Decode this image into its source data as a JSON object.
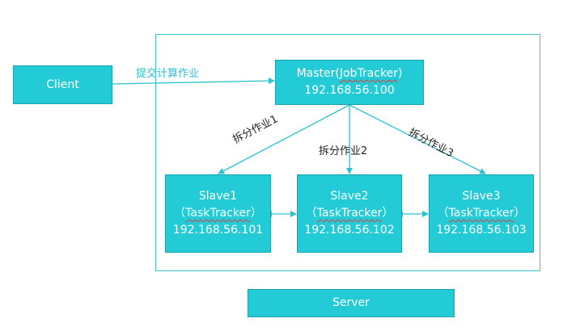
{
  "client": {
    "label": "Client"
  },
  "submit_label": "提交计算作业",
  "master": {
    "line1_a": "Master(",
    "line1_b": "JobTracker",
    "line1_c": ")",
    "ip": "192.168.56.100"
  },
  "splits": {
    "s1": "拆分作业1",
    "s2": "拆分作业2",
    "s3": "拆分作业3"
  },
  "slaves": [
    {
      "name": "Slave1",
      "paren_open": "（",
      "role": "TaskTracker",
      "paren_close": "）",
      "ip": "192.168.56.101"
    },
    {
      "name": "Slave2",
      "paren_open": "（",
      "role": "TaskTracker",
      "paren_close": "）",
      "ip": "192.168.56.102"
    },
    {
      "name": "Slave3",
      "paren_open": "（",
      "role": "TaskTracker",
      "paren_close": "）",
      "ip": "192.168.56.103"
    }
  ],
  "server": {
    "label": "Server"
  },
  "colors": {
    "box_fill": "#22cbd6",
    "frame": "#3fc4cf",
    "arrow": "#2cc3cf",
    "submit_text": "#2cc3cf",
    "squiggle": "#e23b3b"
  }
}
